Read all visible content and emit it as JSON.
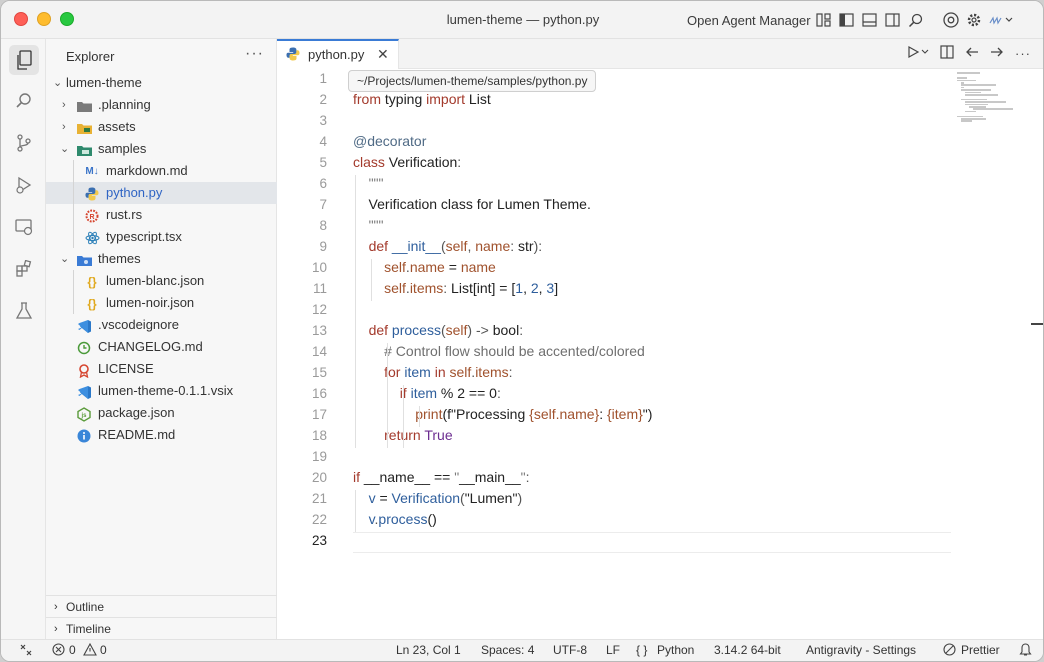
{
  "window": {
    "title": "lumen-theme — python.py",
    "agent_manager_label": "Open Agent Manager"
  },
  "explorer": {
    "title": "Explorer",
    "more_label": "···",
    "root": "lumen-theme",
    "items": [
      {
        "label": ".planning",
        "type": "folder",
        "state": "collapsed",
        "depth": 1,
        "icon": "folder-icon"
      },
      {
        "label": "assets",
        "type": "folder",
        "state": "collapsed",
        "depth": 1,
        "icon": "folder-assets-icon"
      },
      {
        "label": "samples",
        "type": "folder",
        "state": "expanded",
        "depth": 1,
        "icon": "folder-samples-icon"
      },
      {
        "label": "markdown.md",
        "type": "file",
        "depth": 2,
        "icon": "markdown-icon"
      },
      {
        "label": "python.py",
        "type": "file",
        "depth": 2,
        "icon": "python-icon",
        "selected": true
      },
      {
        "label": "rust.rs",
        "type": "file",
        "depth": 2,
        "icon": "rust-icon"
      },
      {
        "label": "typescript.tsx",
        "type": "file",
        "depth": 2,
        "icon": "react-icon"
      },
      {
        "label": "themes",
        "type": "folder",
        "state": "expanded",
        "depth": 1,
        "icon": "folder-themes-icon"
      },
      {
        "label": "lumen-blanc.json",
        "type": "file",
        "depth": 2,
        "icon": "json-icon"
      },
      {
        "label": "lumen-noir.json",
        "type": "file",
        "depth": 2,
        "icon": "json-icon"
      },
      {
        "label": ".vscodeignore",
        "type": "file",
        "depth": 1,
        "icon": "vscode-icon"
      },
      {
        "label": "CHANGELOG.md",
        "type": "file",
        "depth": 1,
        "icon": "changelog-icon"
      },
      {
        "label": "LICENSE",
        "type": "file",
        "depth": 1,
        "icon": "license-icon"
      },
      {
        "label": "lumen-theme-0.1.1.vsix",
        "type": "file",
        "depth": 1,
        "icon": "vscode-icon"
      },
      {
        "label": "package.json",
        "type": "file",
        "depth": 1,
        "icon": "nodejs-icon"
      },
      {
        "label": "README.md",
        "type": "file",
        "depth": 1,
        "icon": "info-icon"
      }
    ],
    "outline_label": "Outline",
    "timeline_label": "Timeline"
  },
  "editor": {
    "tab_label": "python.py",
    "breadcrumb_tooltip": "~/Projects/lumen-theme/samples/python.py",
    "line_numbers": [
      "1",
      "2",
      "3",
      "4",
      "5",
      "6",
      "7",
      "8",
      "9",
      "10",
      "11",
      "12",
      "13",
      "14",
      "15",
      "16",
      "17",
      "18",
      "19",
      "20",
      "21",
      "22",
      "23"
    ],
    "current_line": 23,
    "lines": [
      [],
      [
        [
          "kw",
          "from"
        ],
        [
          "pl",
          " typing "
        ],
        [
          "kw",
          "import"
        ],
        [
          "pl",
          " List"
        ]
      ],
      [],
      [
        [
          "dc",
          "@decorator"
        ]
      ],
      [
        [
          "kw",
          "class"
        ],
        [
          "pl",
          " Verification"
        ],
        [
          "op",
          ":"
        ]
      ],
      [
        [
          "pl",
          "    "
        ],
        [
          "st",
          "\"\"\""
        ]
      ],
      [
        [
          "pl",
          "    Verification class for Lumen Theme."
        ]
      ],
      [
        [
          "pl",
          "    "
        ],
        [
          "st",
          "\"\"\""
        ]
      ],
      [
        [
          "pl",
          "    "
        ],
        [
          "kw",
          "def"
        ],
        [
          "pl",
          " "
        ],
        [
          "fn",
          "__init__"
        ],
        [
          "op",
          "("
        ],
        [
          "par",
          "self"
        ],
        [
          "op",
          ", "
        ],
        [
          "par",
          "name"
        ],
        [
          "op",
          ": "
        ],
        [
          "pl",
          "str"
        ],
        [
          "op",
          "):"
        ]
      ],
      [
        [
          "pl",
          "        "
        ],
        [
          "par",
          "self"
        ],
        [
          "op",
          "."
        ],
        [
          "par",
          "name"
        ],
        [
          "pl",
          " = "
        ],
        [
          "par",
          "name"
        ]
      ],
      [
        [
          "pl",
          "        "
        ],
        [
          "par",
          "self"
        ],
        [
          "op",
          "."
        ],
        [
          "par",
          "items"
        ],
        [
          "op",
          ": "
        ],
        [
          "pl",
          "List[int]"
        ],
        [
          "pl",
          " = ["
        ],
        [
          "nm",
          "1"
        ],
        [
          "pl",
          ", "
        ],
        [
          "nm",
          "2"
        ],
        [
          "pl",
          ", "
        ],
        [
          "nm",
          "3"
        ],
        [
          "pl",
          "]"
        ]
      ],
      [],
      [
        [
          "pl",
          "    "
        ],
        [
          "kw",
          "def"
        ],
        [
          "pl",
          " "
        ],
        [
          "fn",
          "process"
        ],
        [
          "op",
          "("
        ],
        [
          "par",
          "self"
        ],
        [
          "op",
          ")"
        ],
        [
          "op",
          " -> "
        ],
        [
          "pl",
          "bool"
        ],
        [
          "op",
          ":"
        ]
      ],
      [
        [
          "pl",
          "        "
        ],
        [
          "cm",
          "# Control flow should be accented/colored"
        ]
      ],
      [
        [
          "pl",
          "        "
        ],
        [
          "kw",
          "for"
        ],
        [
          "pl",
          " "
        ],
        [
          "fn",
          "item"
        ],
        [
          "pl",
          " "
        ],
        [
          "kw",
          "in"
        ],
        [
          "pl",
          " "
        ],
        [
          "par",
          "self"
        ],
        [
          "op",
          "."
        ],
        [
          "par",
          "items"
        ],
        [
          "op",
          ":"
        ]
      ],
      [
        [
          "pl",
          "            "
        ],
        [
          "kw",
          "if"
        ],
        [
          "pl",
          " "
        ],
        [
          "fn",
          "item"
        ],
        [
          "pl",
          " % 2 == 0"
        ],
        [
          "op",
          ":"
        ]
      ],
      [
        [
          "pl",
          "                "
        ],
        [
          "par",
          "print"
        ],
        [
          "pl",
          "(f\"Processing "
        ],
        [
          "par",
          "{self.name}"
        ],
        [
          "pl",
          ": "
        ],
        [
          "par",
          "{item}"
        ],
        [
          "pl",
          "\")"
        ]
      ],
      [
        [
          "pl",
          "        "
        ],
        [
          "kw",
          "return"
        ],
        [
          "pl",
          " "
        ],
        [
          "bi",
          "True"
        ]
      ],
      [],
      [
        [
          "kw",
          "if"
        ],
        [
          "pl",
          " __name__ == "
        ],
        [
          "st",
          "\""
        ],
        [
          "pl",
          "__main__"
        ],
        [
          "st",
          "\""
        ],
        [
          "op",
          ":"
        ]
      ],
      [
        [
          "pl",
          "    "
        ],
        [
          "fn",
          "v"
        ],
        [
          "pl",
          " = "
        ],
        [
          "cls",
          "Verification"
        ],
        [
          "op",
          "("
        ],
        [
          "pl",
          "\"Lumen\""
        ],
        [
          "op",
          ")"
        ]
      ],
      [
        [
          "pl",
          "    "
        ],
        [
          "fn",
          "v"
        ],
        [
          "op",
          "."
        ],
        [
          "fn",
          "process"
        ],
        [
          "pl",
          "()"
        ]
      ],
      []
    ]
  },
  "statusbar": {
    "errors": "0",
    "warnings": "0",
    "position": "Ln 23, Col 1",
    "spaces": "Spaces: 4",
    "encoding": "UTF-8",
    "eol": "LF",
    "language": "Python",
    "interpreter": "3.14.2 64-bit",
    "settings": "Antigravity - Settings",
    "prettier": "Prettier"
  },
  "colors": {
    "accent": "#3a7bd5",
    "keyword": "#a33a2c",
    "function": "#2e5e9c",
    "parameter": "#a0522d",
    "builtin": "#6d2e91"
  }
}
